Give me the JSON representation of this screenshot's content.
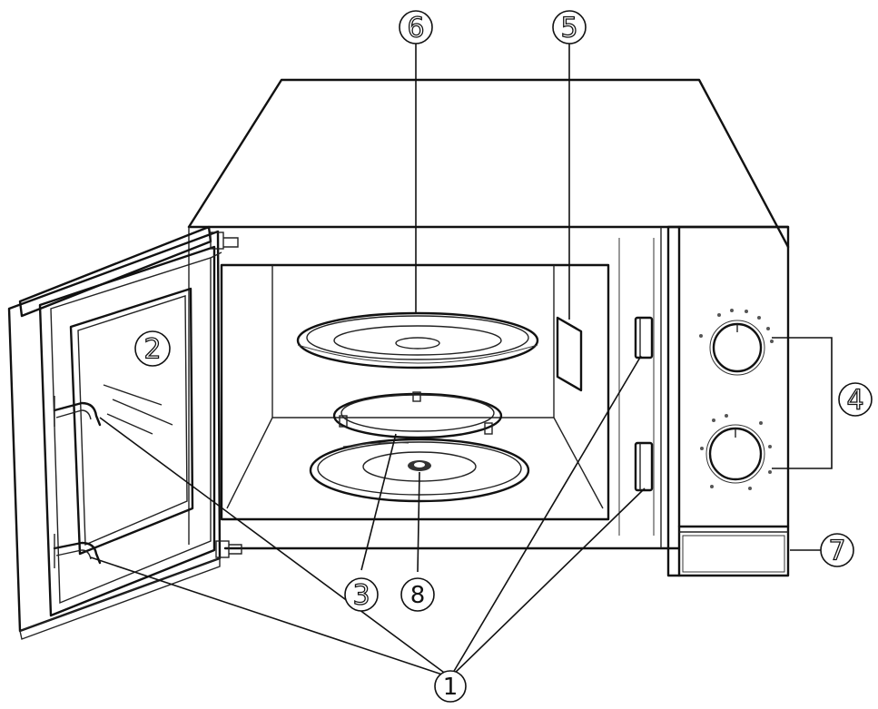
{
  "callouts": [
    {
      "id": "1",
      "label": "1"
    },
    {
      "id": "2",
      "label": "2"
    },
    {
      "id": "3",
      "label": "3"
    },
    {
      "id": "4",
      "label": "4"
    },
    {
      "id": "5",
      "label": "5"
    },
    {
      "id": "6",
      "label": "6"
    },
    {
      "id": "7",
      "label": "7"
    },
    {
      "id": "8",
      "label": "8"
    }
  ],
  "line_color": "#111111",
  "background_color": "#ffffff"
}
